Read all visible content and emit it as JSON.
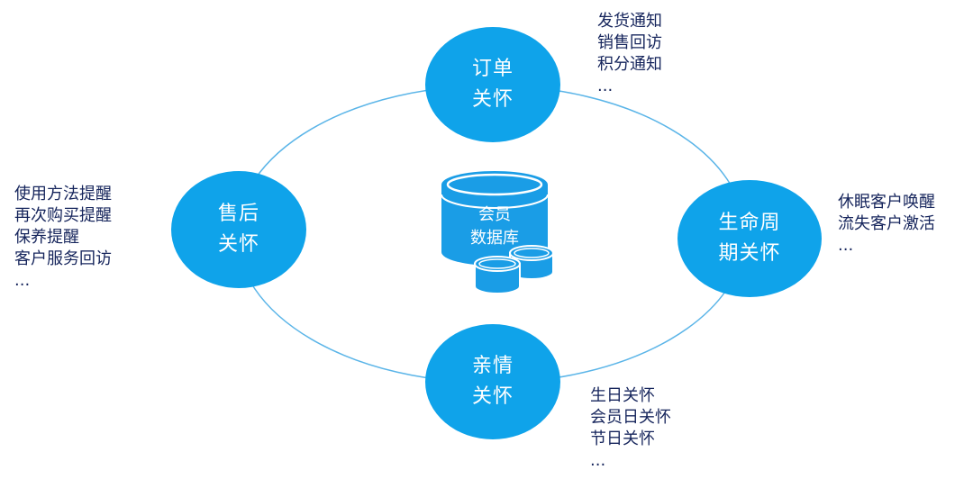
{
  "colors": {
    "node_fill": "#0fa3ea",
    "ring_stroke": "#5bb5e8",
    "list_text": "#16255c",
    "db_fill": "#1a9de6",
    "db_top": "#4bbcf2"
  },
  "center": {
    "line1": "会员",
    "line2": "数据库"
  },
  "nodes": {
    "order": {
      "line1": "订单",
      "line2": "关怀",
      "items": [
        "发货通知",
        "销售回访",
        "积分通知",
        "..."
      ]
    },
    "aftersales": {
      "line1": "售后",
      "line2": "关怀",
      "items": [
        "使用方法提醒",
        "再次购买提醒",
        "保养提醒",
        "客户服务回访",
        "..."
      ]
    },
    "lifecycle": {
      "line1": "生命周",
      "line2": "期关怀",
      "items": [
        "休眠客户唤醒",
        "流失客户激活",
        "..."
      ]
    },
    "family": {
      "line1": "亲情",
      "line2": "关怀",
      "items": [
        "生日关怀",
        "会员日关怀",
        "节日关怀",
        "..."
      ]
    }
  }
}
